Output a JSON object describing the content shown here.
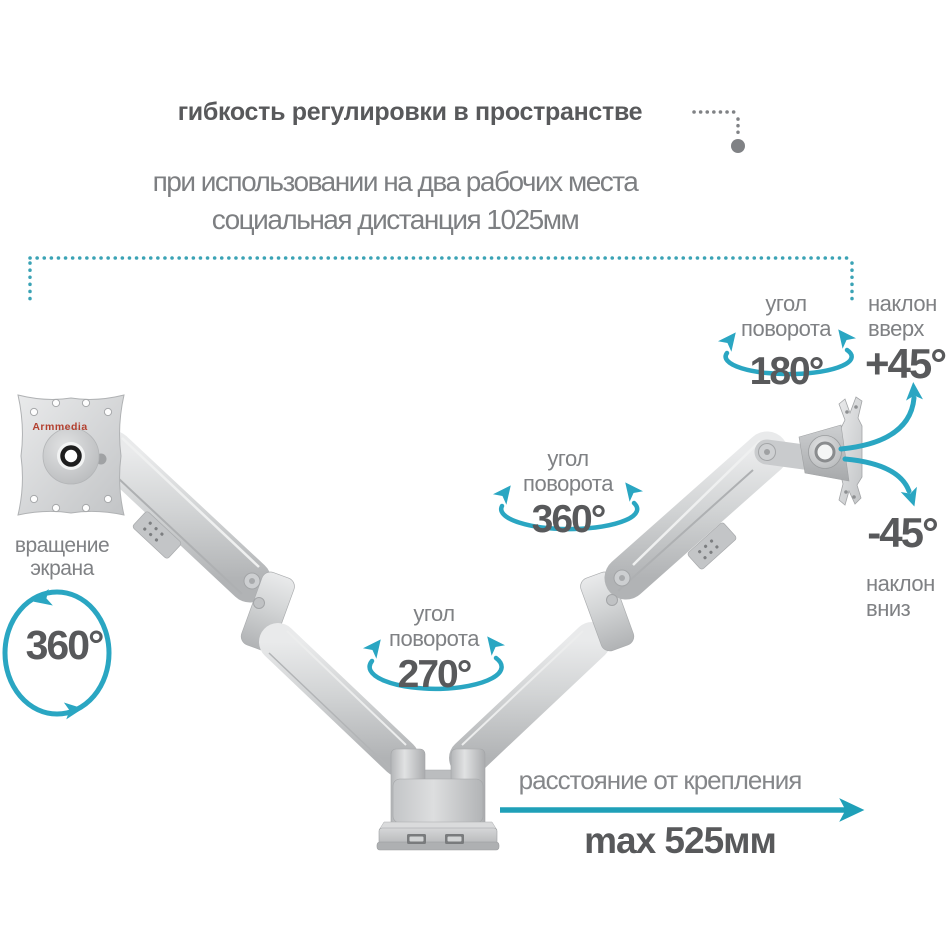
{
  "header": {
    "title": "гибкость регулировки в пространстве",
    "subtitle_line1": "при использовании на два рабочих места",
    "subtitle_line2": "социальная дистанция 1025мм"
  },
  "product": {
    "brand_logo": "Armmedia"
  },
  "annotations": {
    "screen_rotation": {
      "label_line1": "вращение",
      "label_line2": "экрана",
      "value": "360°"
    },
    "swivel_bottom": {
      "label_line1": "угол",
      "label_line2": "поворота",
      "value": "270°"
    },
    "swivel_middle": {
      "label_line1": "угол",
      "label_line2": "поворота",
      "value": "360°"
    },
    "swivel_top": {
      "label_line1": "угол",
      "label_line2": "поворота",
      "value": "180°"
    },
    "tilt_up": {
      "label_line1": "наклон",
      "label_line2": "вверх",
      "value": "+45°"
    },
    "tilt_down": {
      "label_line1": "наклон",
      "label_line2": "вниз",
      "value": "-45°"
    },
    "reach": {
      "label": "расстояние от крепления",
      "value": "max 525мм"
    }
  },
  "colors": {
    "accent_teal": "#2AA6C2",
    "dotted_teal": "#3BA3B5",
    "text_dark": "#58595B",
    "text_gray": "#7F8184",
    "silver": "#D2D4D5",
    "brand_red": "#B3402F"
  }
}
